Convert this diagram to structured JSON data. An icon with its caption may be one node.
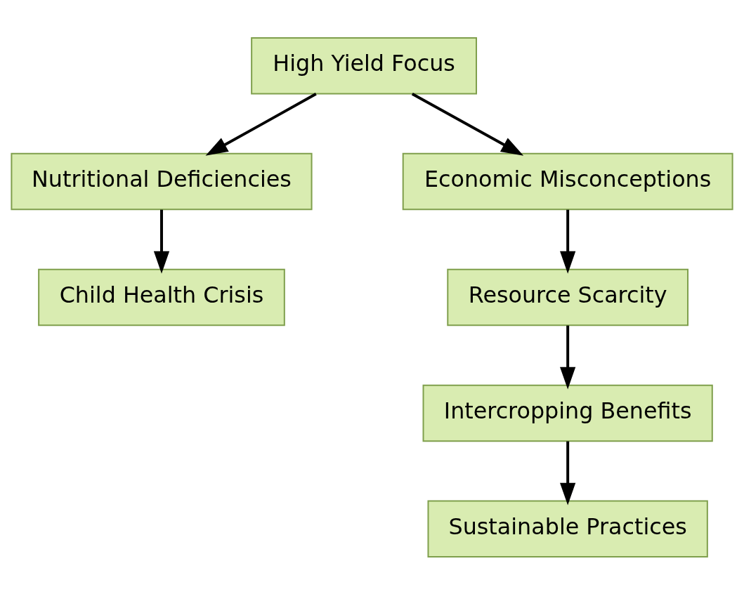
{
  "diagram": {
    "nodes": [
      {
        "text": [
          "High Yield Focus"
        ]
      },
      {
        "text": [
          "Nutritional Deficiencies"
        ]
      },
      {
        "text": [
          "Economic Misconceptions"
        ]
      },
      {
        "text": [
          "Child Health Crisis"
        ]
      },
      {
        "text": [
          "Resource Scarcity"
        ]
      },
      {
        "text": [
          "Intercropping Benefits"
        ]
      },
      {
        "text": [
          "Sustainable Practices"
        ]
      }
    ],
    "edges": [
      {
        "from": 0,
        "to": 1,
        "arrow": "to"
      },
      {
        "from": 0,
        "to": 2,
        "arrow": "to"
      },
      {
        "from": 1,
        "to": 3,
        "arrow": "to"
      },
      {
        "from": 2,
        "to": 4,
        "arrow": "to"
      },
      {
        "from": 4,
        "to": 5,
        "arrow": "to"
      },
      {
        "from": 5,
        "to": 6,
        "arrow": "to"
      }
    ]
  }
}
